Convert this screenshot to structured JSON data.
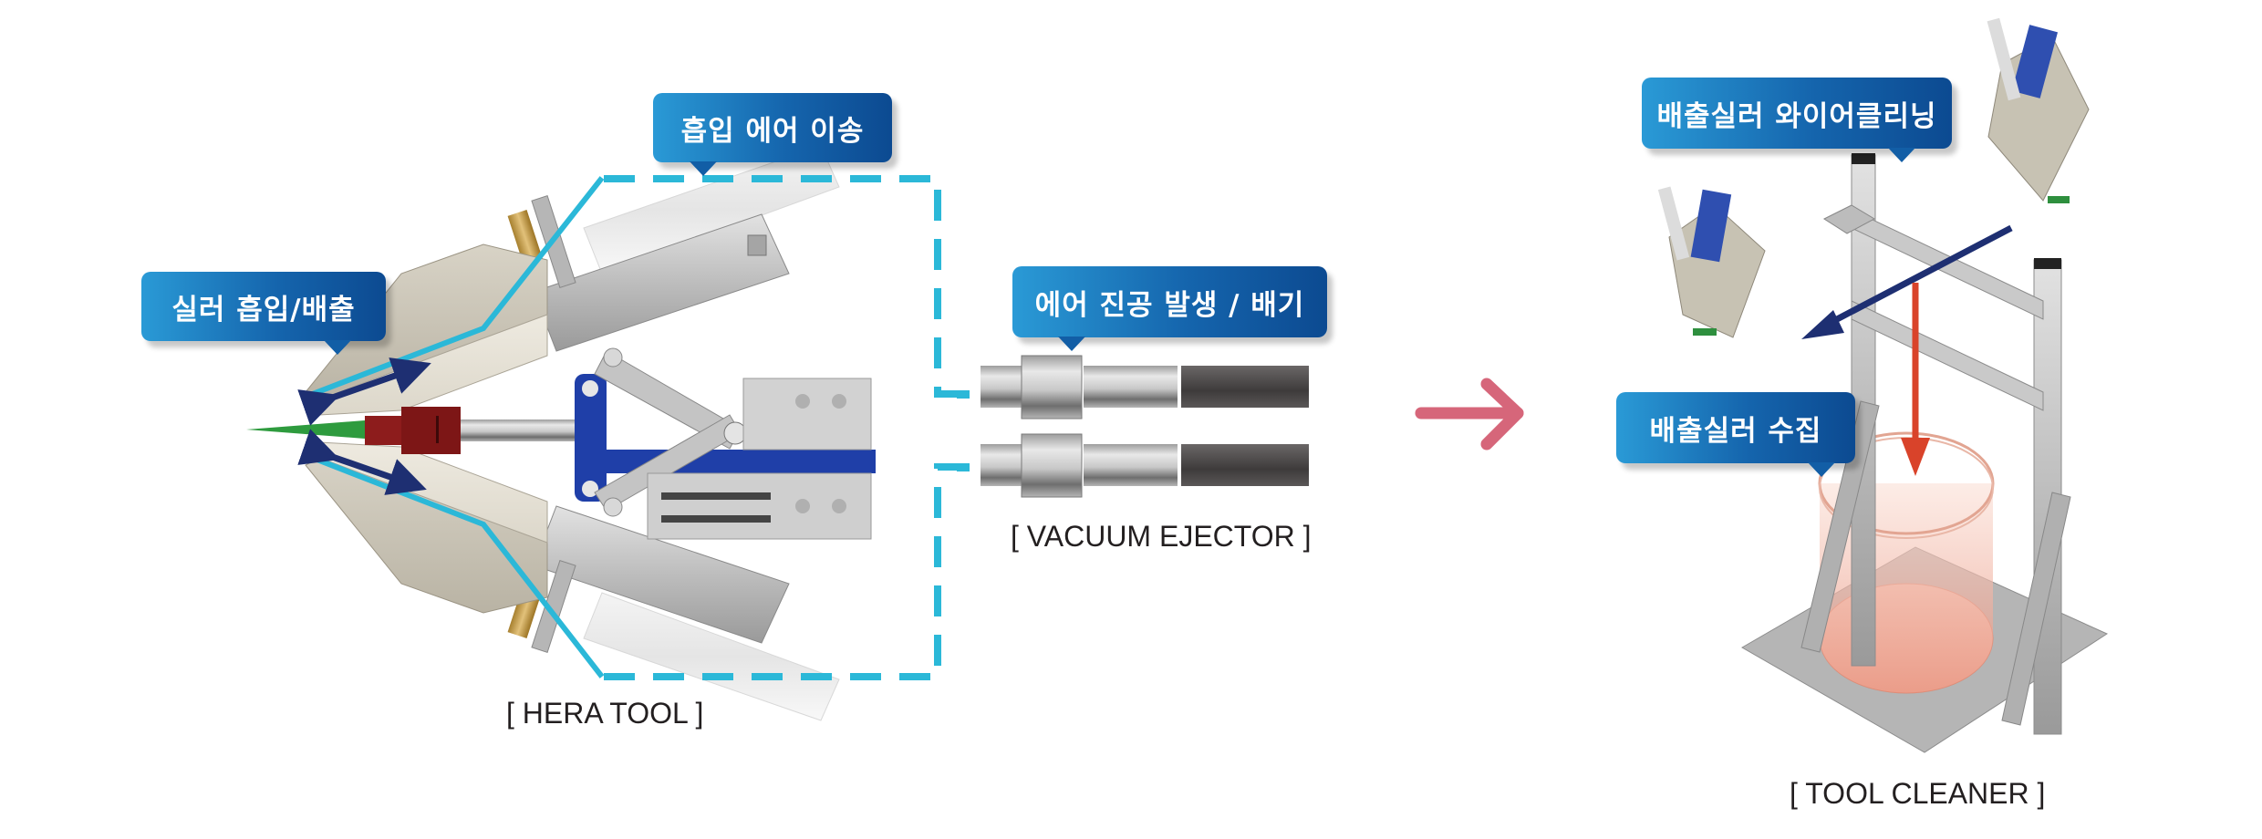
{
  "hera_tool": {
    "caption": "[ HERA TOOL ]",
    "callouts": {
      "sealer_suction_discharge": "실러  흡입/배출",
      "suction_air_transfer": "흡입 에어 이송"
    }
  },
  "vacuum_ejector": {
    "caption": "[ VACUUM EJECTOR ]",
    "callout": "에어 진공 발생 / 배기"
  },
  "tool_cleaner": {
    "caption": "[ TOOL CLEANER ]",
    "callouts": {
      "wire_cleaning": "배출실러 와이어클리닝",
      "collection": "배출실러 수집"
    }
  },
  "icons": {
    "flow_arrow": "right-arrow",
    "bidirectional_arrow": "double-arrow",
    "movement_arrow": "down-arrow"
  },
  "colors": {
    "callout_start": "#2a9ad6",
    "callout_end": "#0c4a91",
    "dashed_line": "#2bb8d8",
    "flow_arrow": "#d6667a",
    "bidir_arrow": "#1e2f72",
    "drop_arrow": "#d9432a",
    "nozzle_green": "#2e9b3e",
    "nozzle_red": "#8d1c1c",
    "link_blue": "#1f3fa8"
  }
}
